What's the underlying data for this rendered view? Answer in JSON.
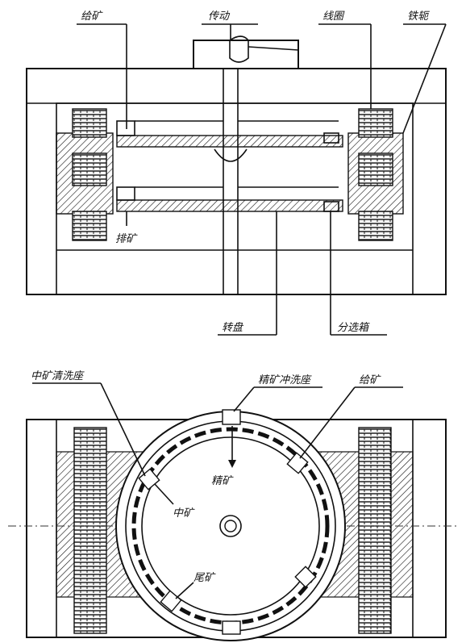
{
  "top_view": {
    "labels": {
      "feed": "给矿",
      "drive": "传动",
      "coil": "线圈",
      "yoke": "铁轭",
      "tailings": "排矿",
      "rotor_disc": "转盘",
      "separation_box": "分选箱"
    }
  },
  "bottom_view": {
    "labels": {
      "middlings_wash": "中矿清洗座",
      "concentrate_wash": "精矿冲洗座",
      "feed": "给矿",
      "concentrate": "精矿",
      "middlings": "中矿",
      "tailings": "尾矿"
    }
  },
  "colors": {
    "ink": "#111111",
    "paper": "#ffffff"
  }
}
